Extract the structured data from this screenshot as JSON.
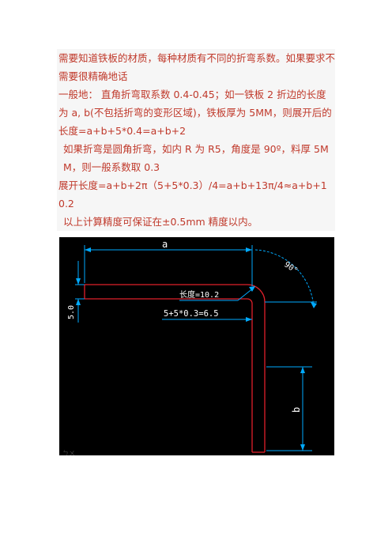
{
  "document": {
    "paragraphs": [
      "需要知道铁板的材质，每种材质有不同的折弯系数。如果要求不需要很精确地话",
      "一般地：  直角折弯取系数 0.4-0.45；如一铁板 2 折边的长度为 a, b(不包括折弯的变形区域)，铁板厚为 5MM，则展开后的长度=a+b+5*0.4=a+b+2",
      "如果折弯是圆角折弯，如内 R 为 R5，角度是 90º，料厚 5MM，则一般系数取 0.3",
      "展开长度=a+b+2π（5+5*0.3）/4=a+b+13π/4≈a+b+10.2",
      "以上计算精度可保证在±0.5mm 精度以内。"
    ]
  },
  "drawing": {
    "label_a": "a",
    "label_b": "b",
    "label_angle": "90°",
    "label_thickness": "5.0",
    "label_length": "长度=10.2",
    "label_formula": "5+5*0.3=6.5",
    "label_corner": "ㄅㄨ"
  },
  "colors": {
    "text": "#c0392b",
    "part": "#e0202a",
    "dimension": "#00aaff",
    "drawing_bg": "#000000"
  }
}
